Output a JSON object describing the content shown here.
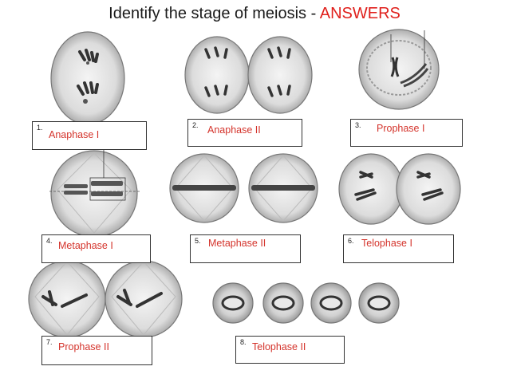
{
  "title": {
    "main": "Identify the stage of meiosis - ",
    "highlight": "ANSWERS"
  },
  "answers": [
    {
      "number": "1.",
      "label": "Anaphase I"
    },
    {
      "number": "2.",
      "label": "Anaphase II"
    },
    {
      "number": "3.",
      "label": "Prophase I"
    },
    {
      "number": "4.",
      "label": "Metaphase I"
    },
    {
      "number": "5.",
      "label": "Metaphase II"
    },
    {
      "number": "6.",
      "label": "Telophase I"
    },
    {
      "number": "7.",
      "label": "Prophase II"
    },
    {
      "number": "8.",
      "label": "Telophase II"
    }
  ],
  "colors": {
    "title_text": "#1a1a1a",
    "highlight": "#e0201c",
    "answer_text": "#d4332b"
  }
}
